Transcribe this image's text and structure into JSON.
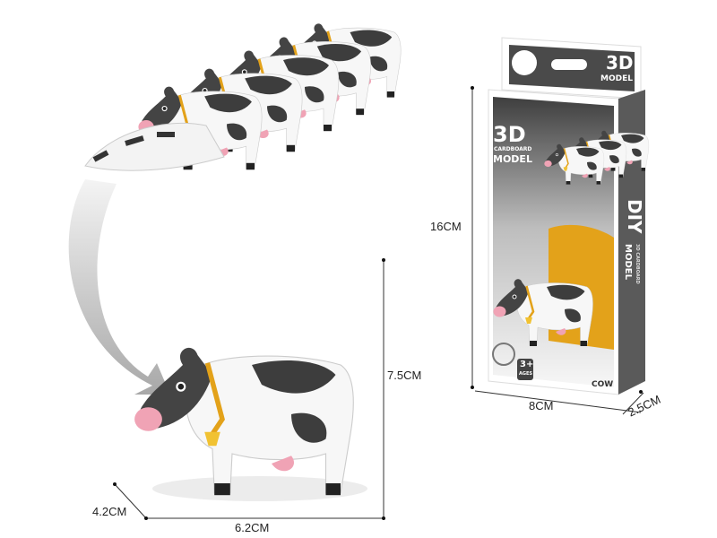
{
  "product": {
    "name": "COW",
    "model_type": "3D",
    "model_subtitle_small": "CARDBOARD",
    "model_subtitle": "MODEL",
    "side_title": "DIY",
    "side_subtitle": "MODEL",
    "side_subtitle_small": "3D CARDBOARD",
    "age_badge": "3+",
    "age_label": "AGES"
  },
  "dimensions": {
    "box_height": "16CM",
    "box_width": "8CM",
    "box_depth": "2.5CM",
    "model_height": "7.5CM",
    "model_length": "6.2CM",
    "model_depth": "4.2CM"
  },
  "colors": {
    "box_dark": "#4a4a4a",
    "accent_orange": "#e3a21a",
    "nose_pink": "#f0a3b5",
    "bell_yellow": "#f1c232"
  }
}
